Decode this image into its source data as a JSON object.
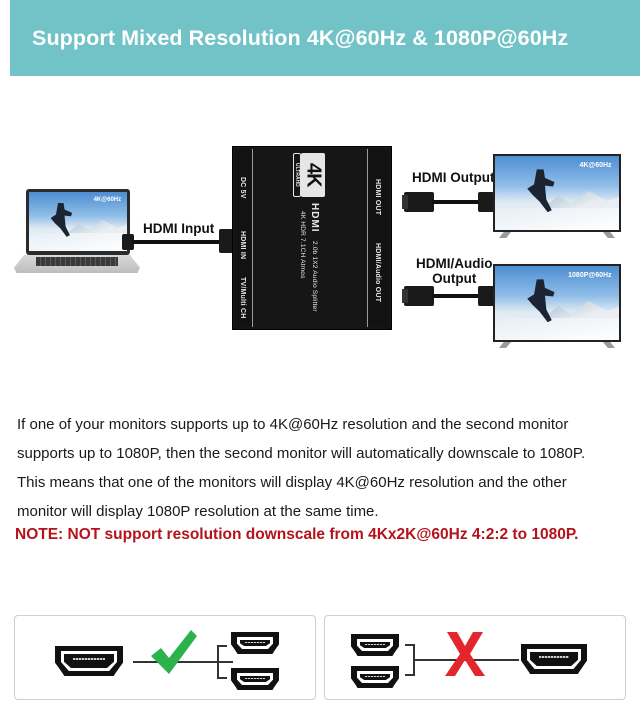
{
  "banner": {
    "title": "Support Mixed Resolution 4K@60Hz & 1080P@60Hz",
    "background_color": "#72c3c7"
  },
  "diagram": {
    "source": {
      "device": "laptop",
      "screen_label": "4K@60Hz",
      "connection_label": "HDMI Input"
    },
    "splitter": {
      "logo_main": "4K",
      "logo_sub": "ULTRAHD",
      "brand": "HDMI",
      "model_line_1": "2.0b 1X2 Audio Splitter",
      "model_line_2": "4K HDR 7.1CH Atmos",
      "left_ports": [
        "DC 5V",
        "HDMI IN",
        "TV/Multi CH"
      ],
      "right_ports": [
        "HDMI OUT",
        "HDMI/Audio OUT"
      ]
    },
    "outputs": [
      {
        "connection_label": "HDMI Output",
        "device": "tv",
        "screen_label": "4K@60Hz"
      },
      {
        "connection_label": "HDMI/Audio Output",
        "connection_label_line1": "HDMI/Audio",
        "connection_label_line2": "Output",
        "device": "tv",
        "screen_label": "1080P@60Hz"
      }
    ]
  },
  "description": {
    "lines": [
      "If one of your monitors supports up to 4K@60Hz resolution and the second monitor",
      "supports up to 1080P,  then the second monitor will automatically downscale to 1080P.",
      "This means that one of the monitors will display 4K@60Hz resolution and the other",
      "monitor will display 1080P resolution at the same time."
    ]
  },
  "note": {
    "text": "NOTE: NOT support resolution downscale from 4Kx2K@60Hz 4:2:2 to 1080P.",
    "color": "#b5121b"
  },
  "compatibility": {
    "supported": {
      "icon": "check-icon",
      "color": "#2bb24c",
      "description": "1 HDMI input to 2 HDMI outputs"
    },
    "unsupported": {
      "icon": "cross-icon",
      "color": "#e3262b",
      "description": "2 HDMI inputs to 1 HDMI output"
    }
  }
}
